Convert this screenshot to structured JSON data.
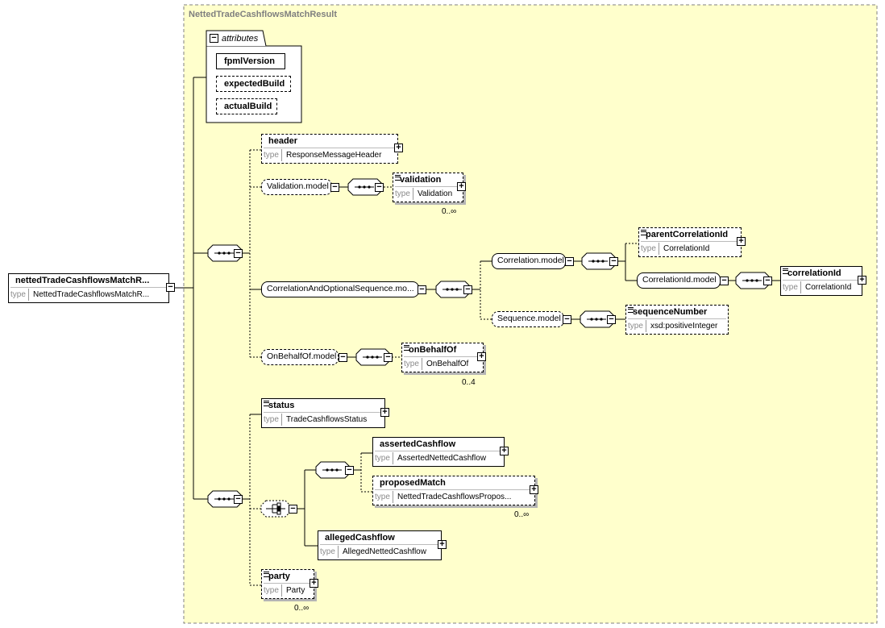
{
  "container": {
    "title": "NettedTradeCashflowsMatchResult"
  },
  "attributes": {
    "label": "attributes",
    "items": [
      "fpmlVersion",
      "expectedBuild",
      "actualBuild"
    ]
  },
  "root": {
    "name": "nettedTradeCashflowsMatchR...",
    "type_label": "type",
    "type": "NettedTradeCashflowsMatchR..."
  },
  "elements": {
    "header": {
      "name": "header",
      "type_label": "type",
      "type": "ResponseMessageHeader"
    },
    "validation": {
      "name": "validation",
      "type_label": "type",
      "type": "Validation",
      "occurs": "0..∞"
    },
    "parentCorrelationId": {
      "name": "parentCorrelationId",
      "type_label": "type",
      "type": "CorrelationId"
    },
    "correlationId": {
      "name": "correlationId",
      "type_label": "type",
      "type": "CorrelationId"
    },
    "sequenceNumber": {
      "name": "sequenceNumber",
      "type_label": "type",
      "type": "xsd:positiveInteger"
    },
    "onBehalfOf": {
      "name": "onBehalfOf",
      "type_label": "type",
      "type": "OnBehalfOf",
      "occurs": "0..4"
    },
    "status": {
      "name": "status",
      "type_label": "type",
      "type": "TradeCashflowsStatus"
    },
    "assertedCashflow": {
      "name": "assertedCashflow",
      "type_label": "type",
      "type": "AssertedNettedCashflow"
    },
    "proposedMatch": {
      "name": "proposedMatch",
      "type_label": "type",
      "type": "NettedTradeCashflowsPropos...",
      "occurs": "0..∞"
    },
    "allegedCashflow": {
      "name": "allegedCashflow",
      "type_label": "type",
      "type": "AllegedNettedCashflow"
    },
    "party": {
      "name": "party",
      "type_label": "type",
      "type": "Party",
      "occurs": "0..∞"
    }
  },
  "groups": {
    "validationModel": "Validation.model",
    "correlationAndOptionalSequence": "CorrelationAndOptionalSequence.mo...",
    "correlationModel": "Correlation.model",
    "correlationIdModel": "CorrelationId.model",
    "sequenceModel": "Sequence.model",
    "onBehalfOfModel": "OnBehalfOf.model"
  }
}
